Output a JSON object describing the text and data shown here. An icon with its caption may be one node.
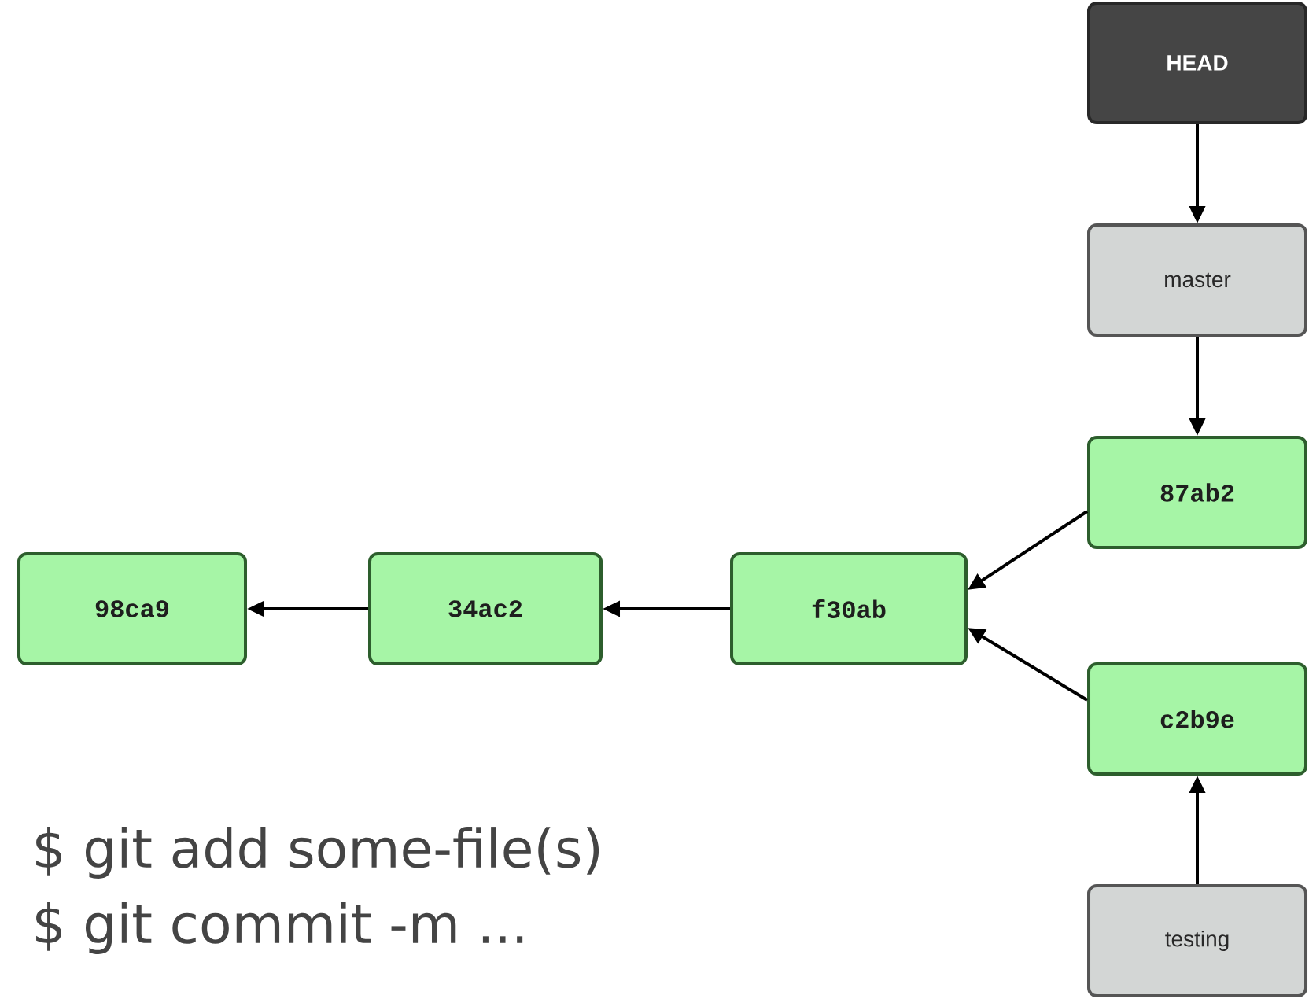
{
  "diagram": {
    "nodes": [
      {
        "text": [
          "HEAD"
        ]
      },
      {
        "text": [
          "master"
        ]
      },
      {
        "text": [
          "87ab2"
        ]
      },
      {
        "text": [
          "c2b9e"
        ]
      },
      {
        "text": [
          "testing"
        ]
      },
      {
        "text": [
          "f30ab"
        ]
      },
      {
        "text": [
          "34ac2"
        ]
      },
      {
        "text": [
          "98ca9"
        ]
      }
    ],
    "edges": [
      {
        "from": 0,
        "to": 1,
        "arrow": "to"
      },
      {
        "from": 1,
        "to": 2,
        "arrow": "to"
      },
      {
        "from": 2,
        "to": 5,
        "arrow": "to"
      },
      {
        "from": 3,
        "to": 5,
        "arrow": "to"
      },
      {
        "from": 4,
        "to": 3,
        "arrow": "to"
      },
      {
        "from": 5,
        "to": 6,
        "arrow": "to"
      },
      {
        "from": 6,
        "to": 7,
        "arrow": "to"
      }
    ],
    "labels": [
      "$ git add some-file(s)",
      "$ git commit -m ..."
    ]
  }
}
